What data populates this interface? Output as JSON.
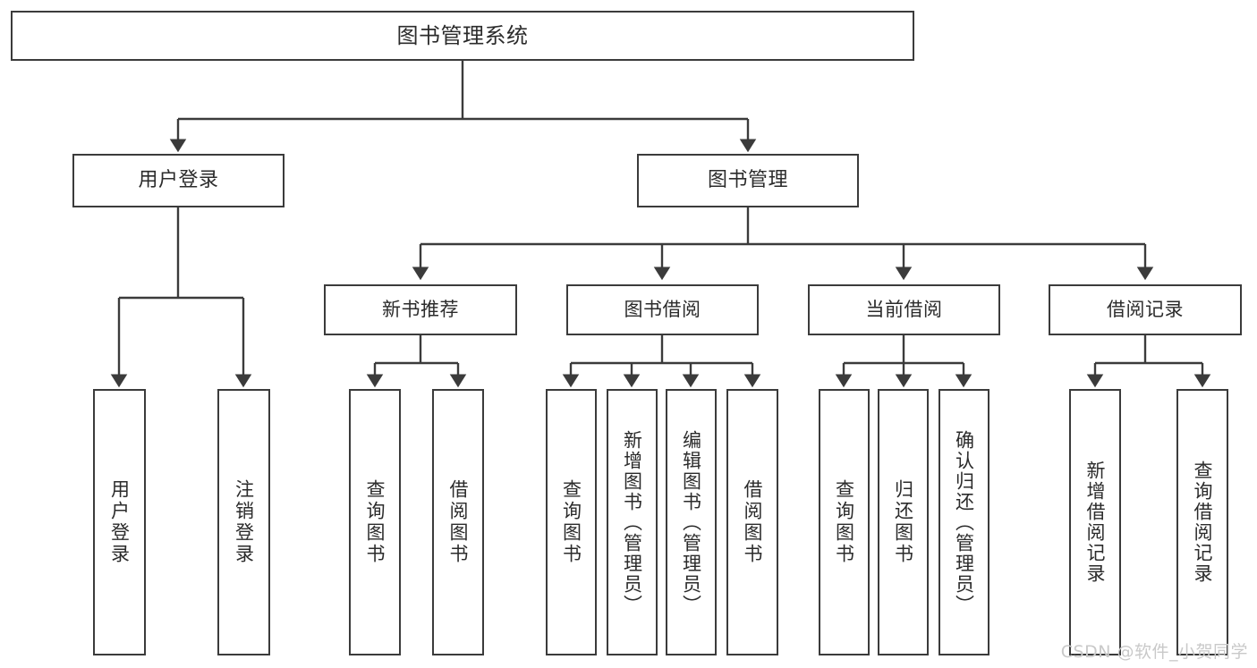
{
  "diagram": {
    "title": "图书管理系统",
    "type": "tree-hierarchy-chart",
    "watermark": "CSDN @软件_小贺同学",
    "colors": {
      "border": "#3b3b3b",
      "edge": "#3b3b3b",
      "background": "#ffffff",
      "text": "#2b2b2b",
      "watermark": "#c9c9c9"
    },
    "nodes": {
      "root": {
        "label": "图书管理系统"
      },
      "level1": [
        {
          "label": "用户登录"
        },
        {
          "label": "图书管理"
        }
      ],
      "level2": [
        {
          "label": "新书推荐"
        },
        {
          "label": "图书借阅"
        },
        {
          "label": "当前借阅"
        },
        {
          "label": "借阅记录"
        }
      ],
      "leaves": {
        "user_login": [
          {
            "label": "用户登录"
          },
          {
            "label": "注销登录"
          }
        ],
        "new_book_recommend": [
          {
            "label": "查询图书"
          },
          {
            "label": "借阅图书"
          }
        ],
        "book_borrow": [
          {
            "label": "查询图书"
          },
          {
            "label": "新增图书（管理员）"
          },
          {
            "label": "编辑图书（管理员）"
          },
          {
            "label": "借阅图书"
          }
        ],
        "current_borrow": [
          {
            "label": "查询图书"
          },
          {
            "label": "归还图书"
          },
          {
            "label": "确认归还（管理员）"
          }
        ],
        "borrow_record": [
          {
            "label": "新增借阅记录"
          },
          {
            "label": "查询借阅记录"
          }
        ]
      }
    }
  }
}
